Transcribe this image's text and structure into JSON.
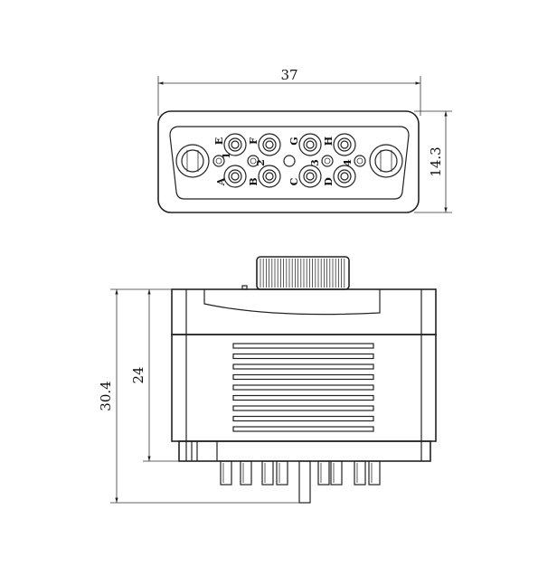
{
  "dimensions": {
    "width_top": "37",
    "height_top": "14.3",
    "height_body": "24",
    "height_total": "30.4"
  },
  "pin_labels": {
    "top_row": [
      "E",
      "F",
      "G",
      "H"
    ],
    "bottom_row": [
      "A",
      "B",
      "C",
      "D"
    ],
    "numbers": [
      "1",
      "2",
      "3",
      "4"
    ]
  }
}
